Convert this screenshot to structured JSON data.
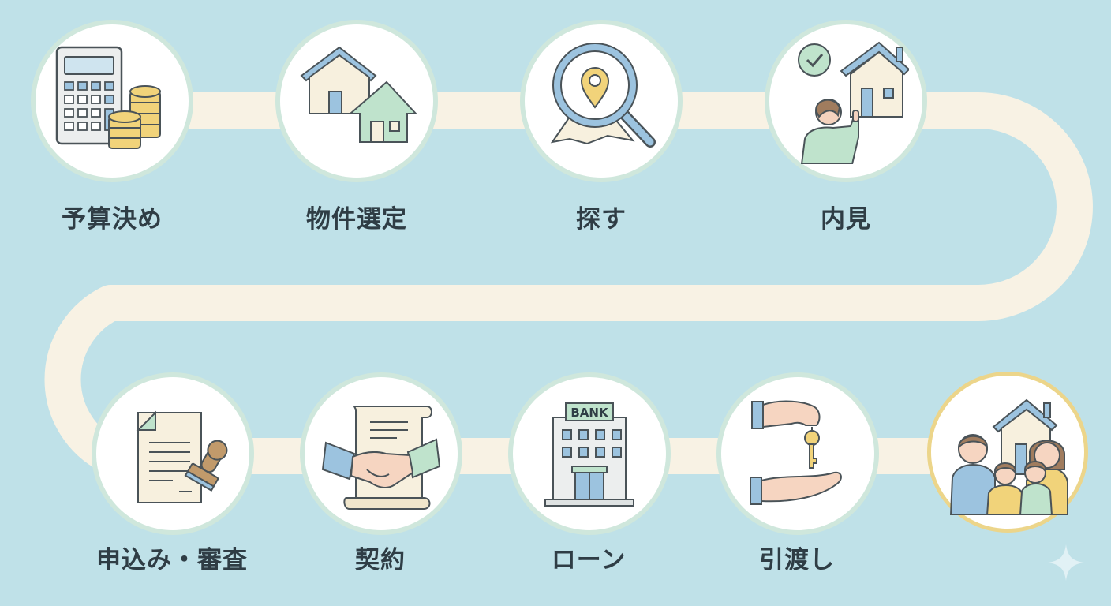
{
  "diagram": {
    "type": "process-flow",
    "theme": {
      "background": "#bfe1e8",
      "track": "#f8f2e4",
      "node_fill": "#ffffff",
      "node_ring": "#cfe7dc",
      "final_ring": "#ecd58a",
      "label_color": "#2f3d45"
    },
    "steps": [
      {
        "label": "予算決め",
        "icon": "calculator-coins-icon"
      },
      {
        "label": "物件選定",
        "icon": "houses-icon"
      },
      {
        "label": "探す",
        "icon": "map-search-pin-icon"
      },
      {
        "label": "内見",
        "icon": "house-viewing-person-icon"
      },
      {
        "label": "申込み・審査",
        "icon": "document-stamp-icon"
      },
      {
        "label": "契約",
        "icon": "handshake-contract-icon"
      },
      {
        "label": "ローン",
        "icon": "bank-building-icon"
      },
      {
        "label": "引渡し",
        "icon": "key-handover-icon"
      },
      {
        "label": "",
        "icon": "family-home-icon"
      }
    ],
    "bank_sign": "BANK"
  }
}
